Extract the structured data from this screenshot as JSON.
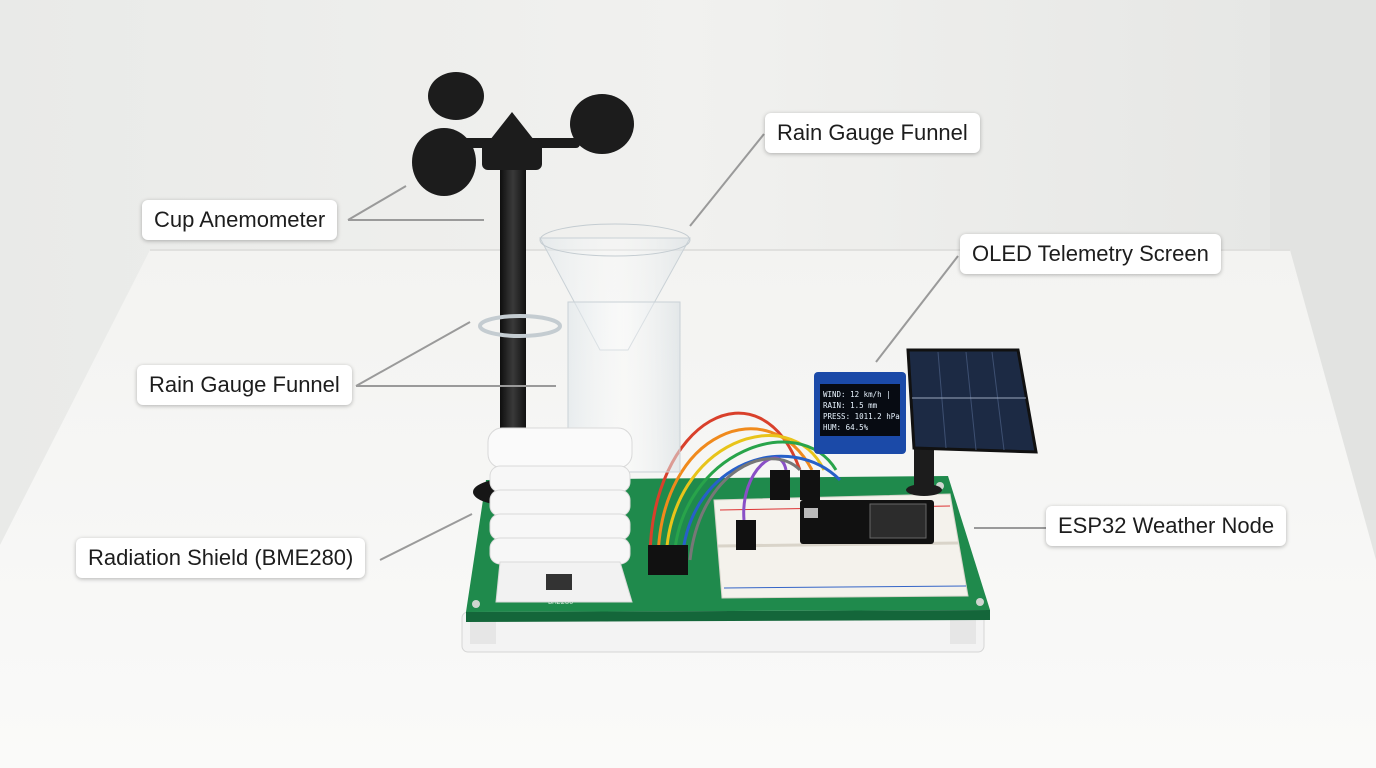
{
  "callouts": {
    "cup_anemometer": "Cup Anemometer",
    "rain_gauge_funnel_top": "Rain Gauge Funnel",
    "oled_screen": "OLED Telemetry Screen",
    "rain_gauge_funnel_left": "Rain Gauge Funnel",
    "radiation_shield": "Radiation Shield (BME280)",
    "esp32_node": "ESP32 Weather Node"
  },
  "oled": {
    "line1": "WIND: 12 km/h |",
    "line2": "RAIN: 1.5 mm",
    "line3": "PRESS: 1011.2 hPa",
    "line4": "HUM: 64.5%"
  },
  "board": {
    "sensor_label": "BME280"
  },
  "colors": {
    "wall": "#eeefed",
    "table": "#f6f6f4",
    "pcb": "#1f8a4c",
    "anemometer": "#1c1c1c",
    "callout_line": "#9a9a9a"
  }
}
